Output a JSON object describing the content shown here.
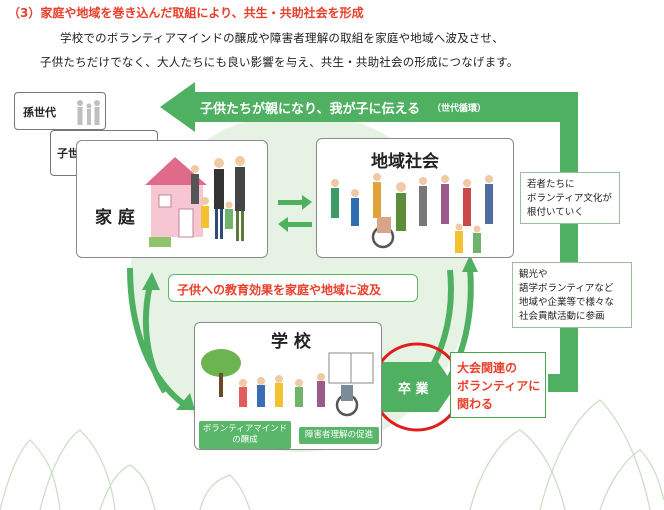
{
  "title": "（3）家庭や地域を巻き込んだ取組により、共生・共助社会を形成",
  "intro": {
    "line1": "学校でのボランティアマインドの醸成や障害者理解の取組を家庭や地域へ波及させ、",
    "line2": "子供たちだけでなく、大人たちにも良い影響を与え、共生・共助社会の形成につなげます。"
  },
  "generations": {
    "grandchildren": "孫世代",
    "children": "子世代"
  },
  "top_arrow": {
    "label": "子供たちが親になり、我が子に伝える",
    "sub": "（世代循環）"
  },
  "boxes": {
    "home": "家 庭",
    "community": "地域社会",
    "school": "学 校"
  },
  "spread_label": "子供への教育効果を家庭や地域に波及",
  "school_tags": {
    "volunteer": "ボランティアマインド\nの醸成",
    "disability": "障害者理解の促進"
  },
  "graduation": "卒 業",
  "event_box": "大会関連の\nボランティアに\n関わる",
  "notes": {
    "young": "若者たちに\nボランティア文化が\n根付いていく",
    "society": "観光や\n語学ボランティアなど\n地域や企業等で様々な\n社会貢献活動に参画"
  },
  "colors": {
    "accent_red": "#e8402c",
    "green": "#4fb062",
    "light_green": "#d6ecd6"
  }
}
